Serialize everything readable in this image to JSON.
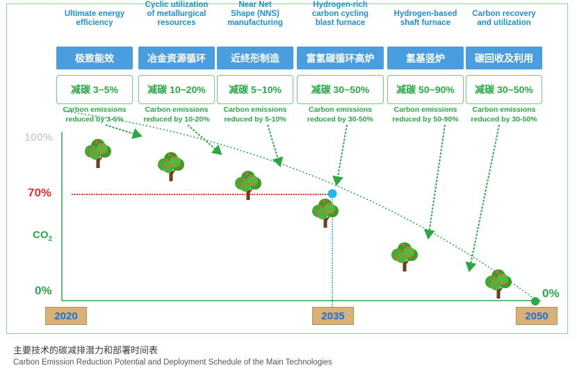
{
  "technologies": [
    {
      "en": "Ultimate energy\nefficiency",
      "zh": "极致能效",
      "reduction_zh": "减碳 3~5%",
      "reduction_en": "Carbon emissions\nreduced by 3-5%"
    },
    {
      "en": "Cyclic utilization\nof metallurgical\nresources",
      "zh": "冶金资源循环",
      "reduction_zh": "减碳 10~20%",
      "reduction_en": "Carbon emissions\nreduced by 10-20%"
    },
    {
      "en": "Near Net\nShape (NNS)\nmanufacturing",
      "zh": "近终形制造",
      "reduction_zh": "减碳 5~10%",
      "reduction_en": "Carbon emissions\nreduced by 5-10%"
    },
    {
      "en": "Hydrogen-rich\ncarbon cycling\nblast furnace",
      "zh": "富氢碳循环高炉",
      "reduction_zh": "减碳 30~50%",
      "reduction_en": "Carbon emissions\nreduced by 30-50%"
    },
    {
      "en": "Hydrogen-based\nshaft furnace",
      "zh": "氢基竖炉",
      "reduction_zh": "减碳 50~90%",
      "reduction_en": "Carbon emissions\nreduced by 50-90%"
    },
    {
      "en": "Carbon recovery\nand utilization",
      "zh": "碳回收及利用",
      "reduction_zh": "减碳 30~50%",
      "reduction_en": "Carbon emissions\nreduced by 30-50%"
    }
  ],
  "axis": {
    "y_top": "100%",
    "y_mid": "70%",
    "y_zero": "0%",
    "y_label_main": "CO",
    "y_label_sub": "2",
    "end_value": "0%"
  },
  "years": [
    "2020",
    "2035",
    "2050"
  ],
  "colors": {
    "accent_blue": "#4a9ee0",
    "green": "#2aa845",
    "red": "#e8322b",
    "cyan": "#22b6ea"
  },
  "caption": {
    "zh": "主要技术的碳减排潜力和部署时间表",
    "en": "Carbon Emission Reduction Potential and Deployment Schedule of the Main Technologies"
  }
}
